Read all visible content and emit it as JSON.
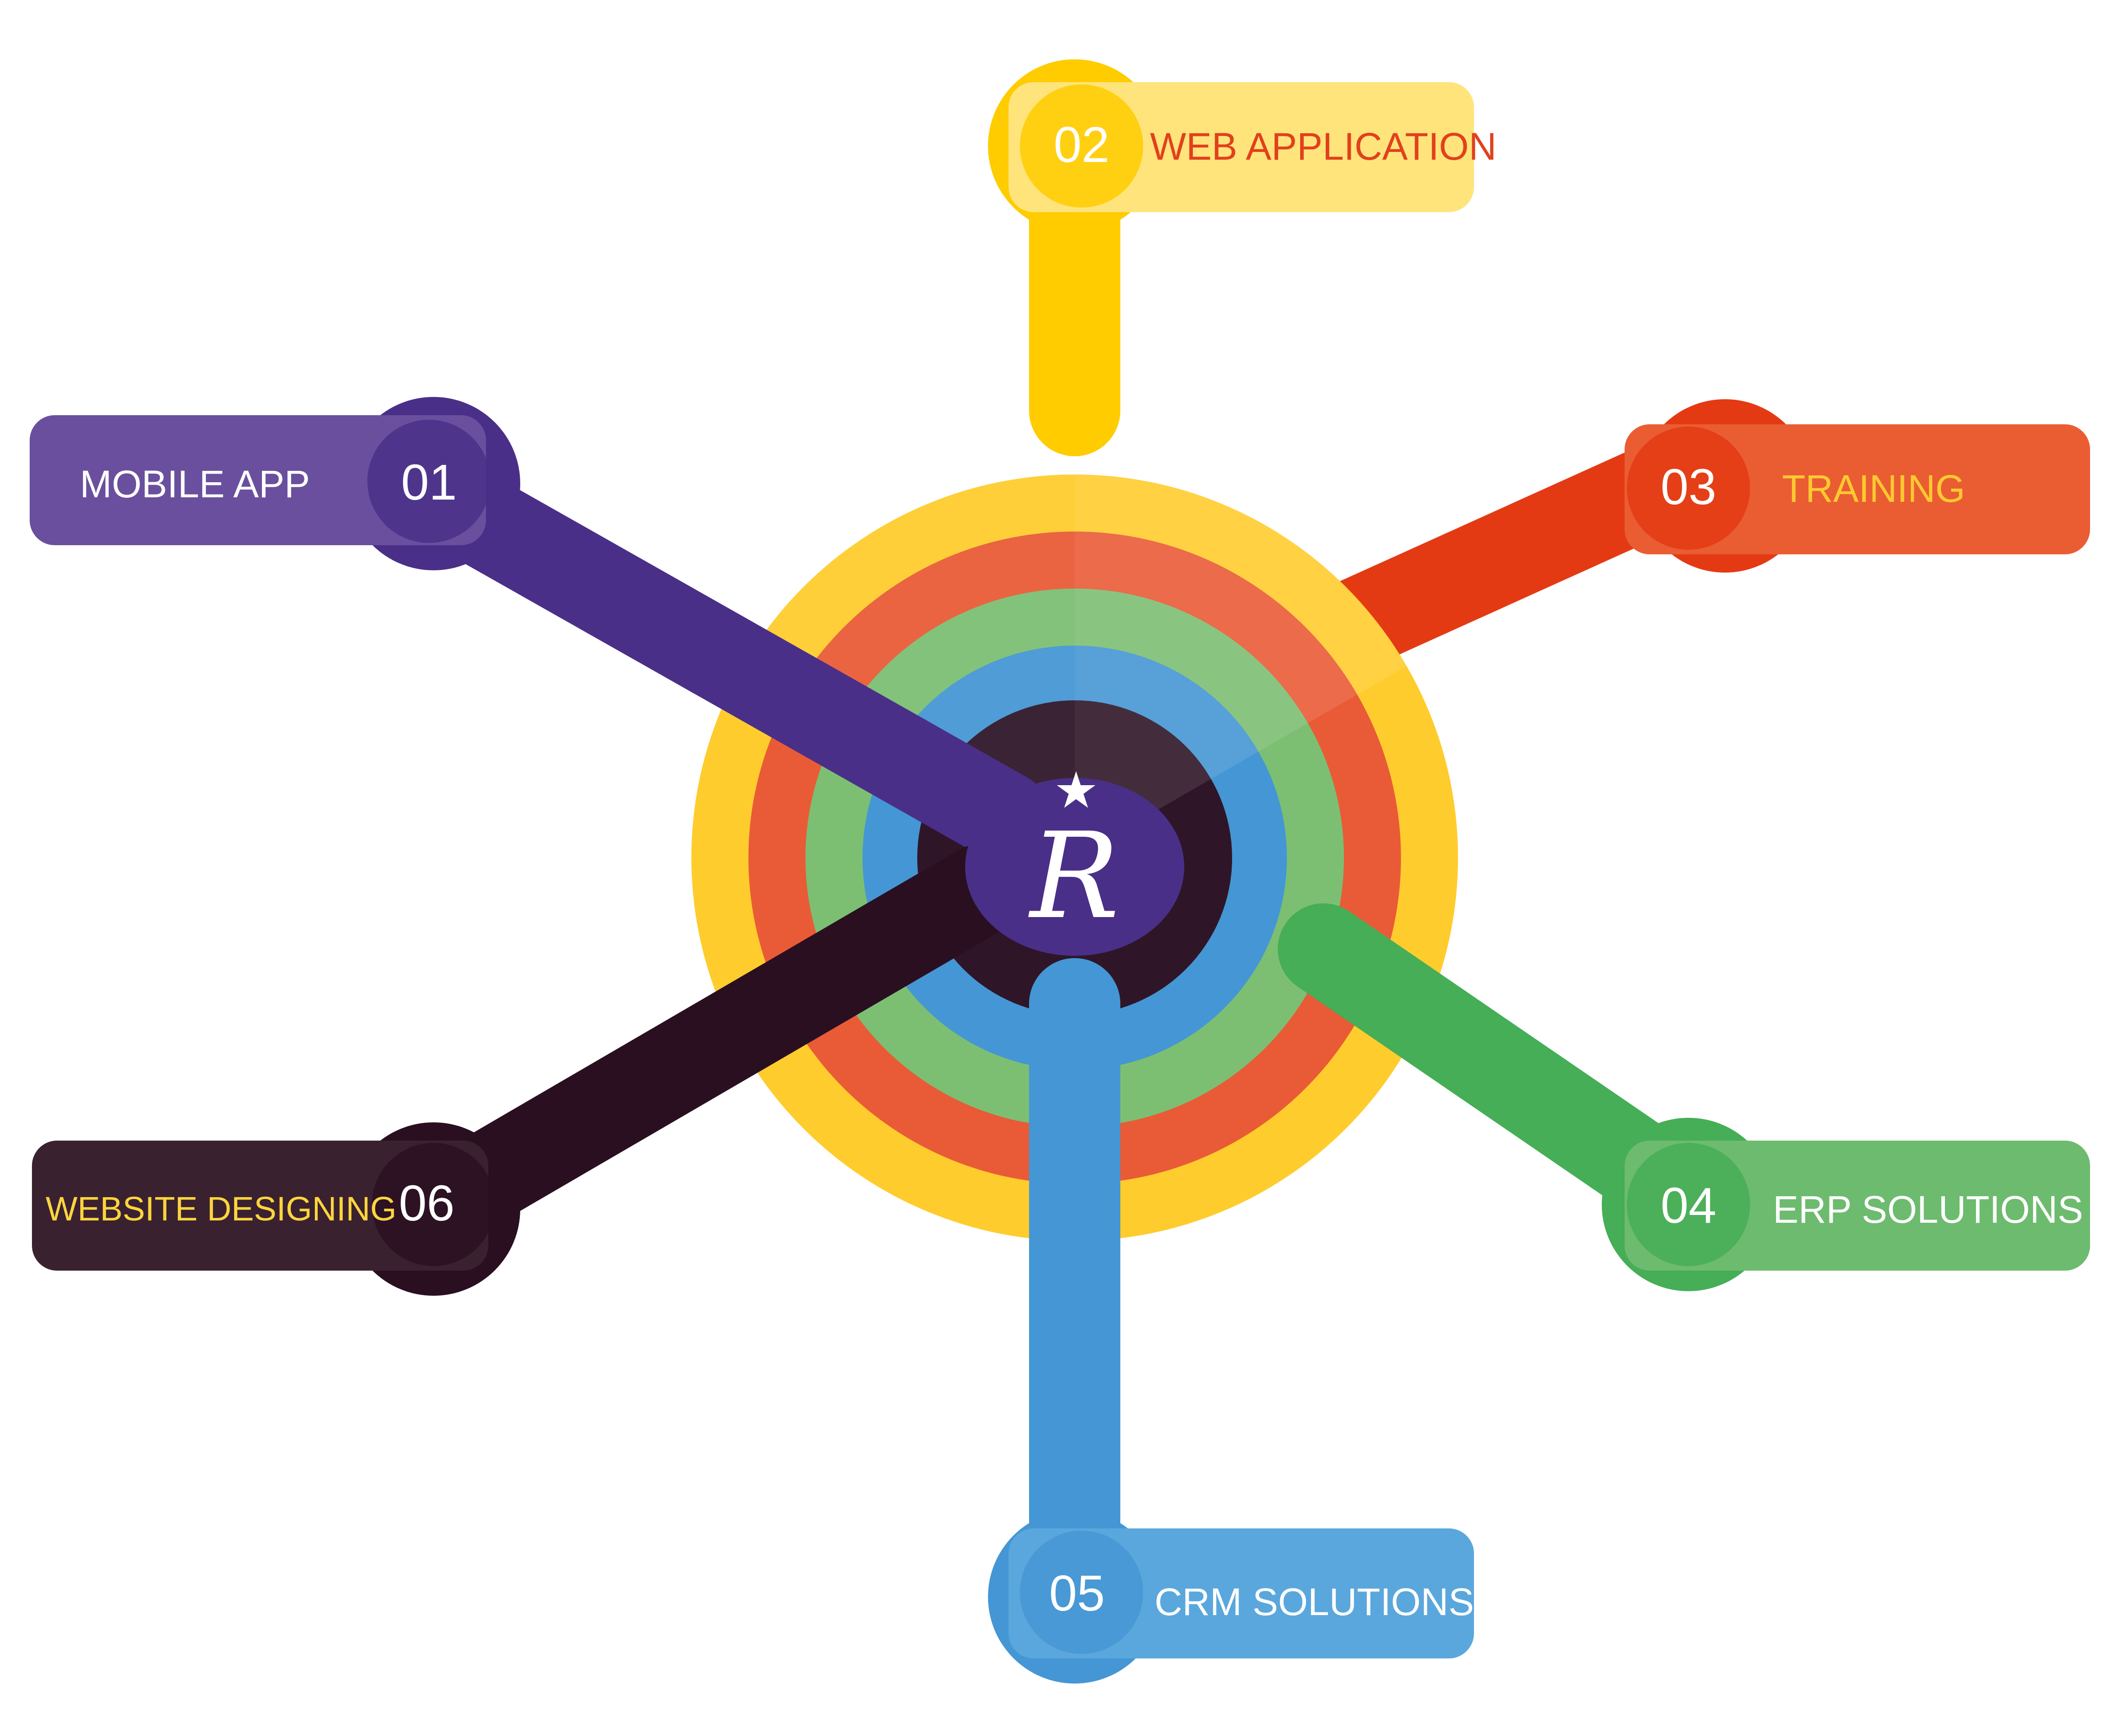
{
  "center": {
    "logo_letter": "R",
    "logo_star": "★",
    "logo_icon": "star-r-monogram-icon"
  },
  "items": [
    {
      "id": "mobile-app",
      "number": "01",
      "label": "MOBILE APP",
      "color": "#4A2F88",
      "pill_color": "#6A4F9E",
      "label_color": "#FFFFFF",
      "number_color": "#FFFFFF"
    },
    {
      "id": "web-application",
      "number": "02",
      "label": "WEB APPLICATION",
      "color": "#FFCC00",
      "pill_color": "#FFE47C",
      "label_color": "#E2401C",
      "number_color": "#FFFFFF"
    },
    {
      "id": "training",
      "number": "03",
      "label": "TRAINING",
      "color": "#E43A14",
      "pill_color": "#EA5D32",
      "label_color": "#FFC931",
      "number_color": "#FFFFFF"
    },
    {
      "id": "erp-solutions",
      "number": "04",
      "label": "ERP SOLUTIONS",
      "color": "#45AE56",
      "pill_color": "#6DBB6E",
      "label_color": "#FFFFFF",
      "number_color": "#FFFFFF"
    },
    {
      "id": "crm-solutions",
      "number": "05",
      "label": "CRM SOLUTIONS",
      "color": "#4596D4",
      "pill_color": "#5AA7DD",
      "label_color": "#FFFFFF",
      "number_color": "#FFFFFF"
    },
    {
      "id": "website-designing",
      "number": "06",
      "label": "WEBSITE DESIGNING",
      "color": "#2A0F21",
      "pill_color": "#3A2130",
      "label_color": "#FFD53E",
      "number_color": "#FFFFFF"
    }
  ],
  "rings": {
    "outer": "#FFCC2E",
    "second": "#E95B36",
    "third": "#7CBF73",
    "inner": "#4596D4",
    "core": "#2E1628",
    "hub": "#4A2F88"
  }
}
